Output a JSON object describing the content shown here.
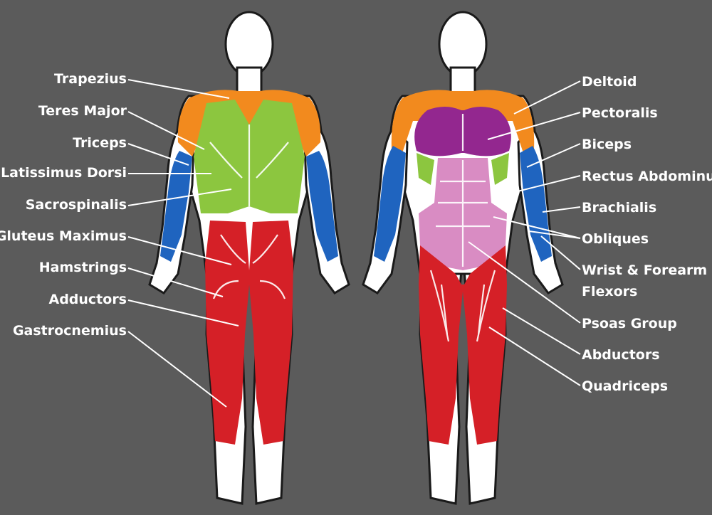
{
  "colors": {
    "background": "#5b5b5b",
    "skin": "#ffffff",
    "outline": "#1a1a1a",
    "orange": "#f28a1e",
    "green": "#8cc63f",
    "blue": "#1f64bf",
    "red": "#d52027",
    "purple": "#93278f",
    "pink": "#d98cc3",
    "label": "#ffffff"
  },
  "back_view": {
    "labels": [
      {
        "id": "trapezius",
        "text": "Trapezius"
      },
      {
        "id": "teres-major",
        "text": "Teres Major"
      },
      {
        "id": "triceps",
        "text": "Triceps"
      },
      {
        "id": "latissimus-dorsi",
        "text": "Latissimus Dorsi"
      },
      {
        "id": "sacrospinalis",
        "text": "Sacrospinalis"
      },
      {
        "id": "gluteus-maximus",
        "text": "Gluteus Maximus"
      },
      {
        "id": "hamstrings",
        "text": "Hamstrings"
      },
      {
        "id": "adductors",
        "text": "Adductors"
      },
      {
        "id": "gastrocnemius",
        "text": "Gastrocnemius"
      }
    ]
  },
  "front_view": {
    "labels": [
      {
        "id": "deltoid",
        "text": "Deltoid"
      },
      {
        "id": "pectoralis",
        "text": "Pectoralis"
      },
      {
        "id": "biceps",
        "text": "Biceps"
      },
      {
        "id": "rectus-abdominus",
        "text": "Rectus Abdominus"
      },
      {
        "id": "brachialis",
        "text": "Brachialis"
      },
      {
        "id": "obliques",
        "text": "Obliques"
      },
      {
        "id": "wrist-forearm-flexors-1",
        "text": "Wrist & Forearm"
      },
      {
        "id": "wrist-forearm-flexors-2",
        "text": "Flexors"
      },
      {
        "id": "psoas-group",
        "text": "Psoas Group"
      },
      {
        "id": "abductors",
        "text": "Abductors"
      },
      {
        "id": "quadriceps",
        "text": "Quadriceps"
      }
    ]
  }
}
